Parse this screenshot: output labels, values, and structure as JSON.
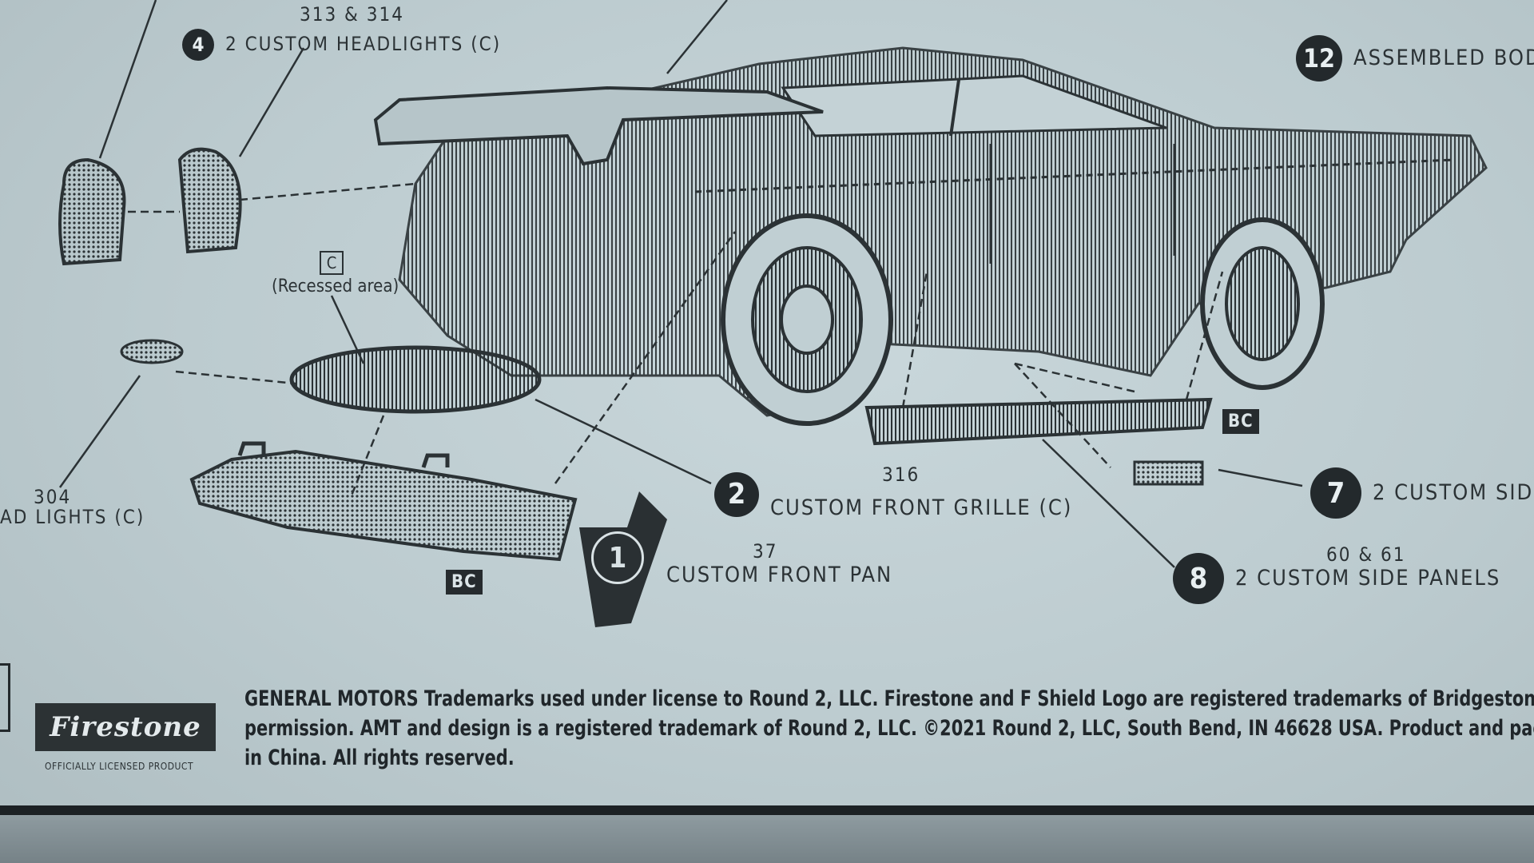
{
  "callouts": {
    "step4": {
      "number": "4",
      "part_numbers": "313 & 314",
      "label": "2 CUSTOM HEADLIGHTS (C)"
    },
    "step12": {
      "number": "12",
      "label": "ASSEMBLED BOD"
    },
    "recessed": {
      "code": "C",
      "label": "(Recessed area)"
    },
    "step2": {
      "number": "2",
      "part_number": "316",
      "label": "CUSTOM FRONT GRILLE (C)"
    },
    "step1": {
      "number": "1",
      "part_number": "37",
      "label": "CUSTOM FRONT PAN"
    },
    "step7": {
      "number": "7",
      "label": "2 CUSTOM SID"
    },
    "step8": {
      "number": "8",
      "part_numbers": "60 & 61",
      "label": "2 CUSTOM SIDE PANELS"
    },
    "left_part": {
      "part_number": "304",
      "label": "AD LIGHTS (C)"
    }
  },
  "tags": {
    "bc": "BC"
  },
  "footer": {
    "logo": "Firestone",
    "logo_sub": "OFFICIALLY LICENSED PRODUCT",
    "legal_line1": "GENERAL MOTORS Trademarks used under license to Round 2, LLC. Firestone and F Shield Logo are registered trademarks of Bridgestone Brands, LLC ar",
    "legal_line2": "permission. AMT and design is a registered trademark of Round 2, LLC. ©2021 Round 2, LLC, South Bend, IN 46628 USA. Product and packaging designed i",
    "legal_line3": "in China. All rights reserved."
  }
}
